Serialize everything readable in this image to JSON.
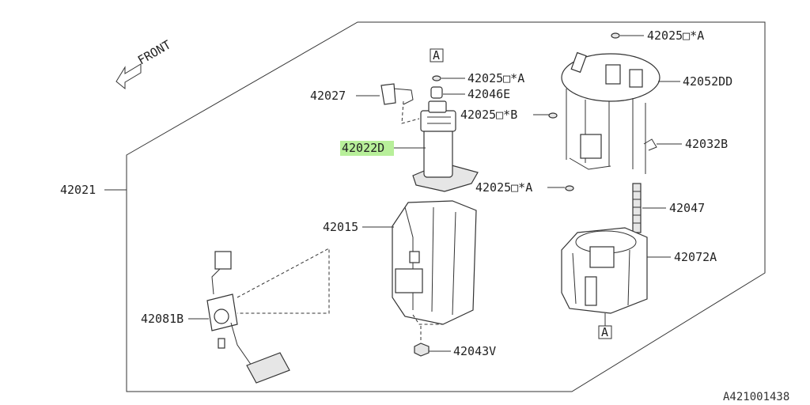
{
  "diagram": {
    "front_label": "FRONT",
    "image_code": "A421001438",
    "highlighted_part": "42022D",
    "section_marker": "A",
    "parts": [
      {
        "number": "42021"
      },
      {
        "number": "42027"
      },
      {
        "number": "42025□*A"
      },
      {
        "number": "42046E"
      },
      {
        "number": "42025□*B"
      },
      {
        "number": "42022D"
      },
      {
        "number": "42025□*A"
      },
      {
        "number": "42015"
      },
      {
        "number": "42081B"
      },
      {
        "number": "42043V"
      },
      {
        "number": "42025□*A"
      },
      {
        "number": "42052DD"
      },
      {
        "number": "42032B"
      },
      {
        "number": "42047"
      },
      {
        "number": "42072A"
      }
    ]
  },
  "colors": {
    "highlight": "#b8ef9a",
    "line": "#333333"
  }
}
